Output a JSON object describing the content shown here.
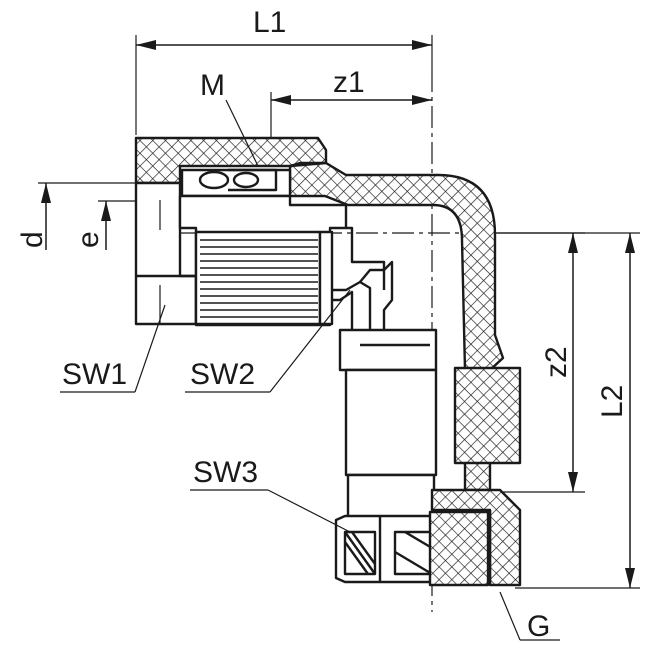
{
  "labels": {
    "L1": "L1",
    "z1": "z1",
    "M": "M",
    "d": "d",
    "e": "e",
    "z2": "z2",
    "L2": "L2",
    "SW1": "SW1",
    "SW2": "SW2",
    "SW3": "SW3",
    "G": "G"
  }
}
